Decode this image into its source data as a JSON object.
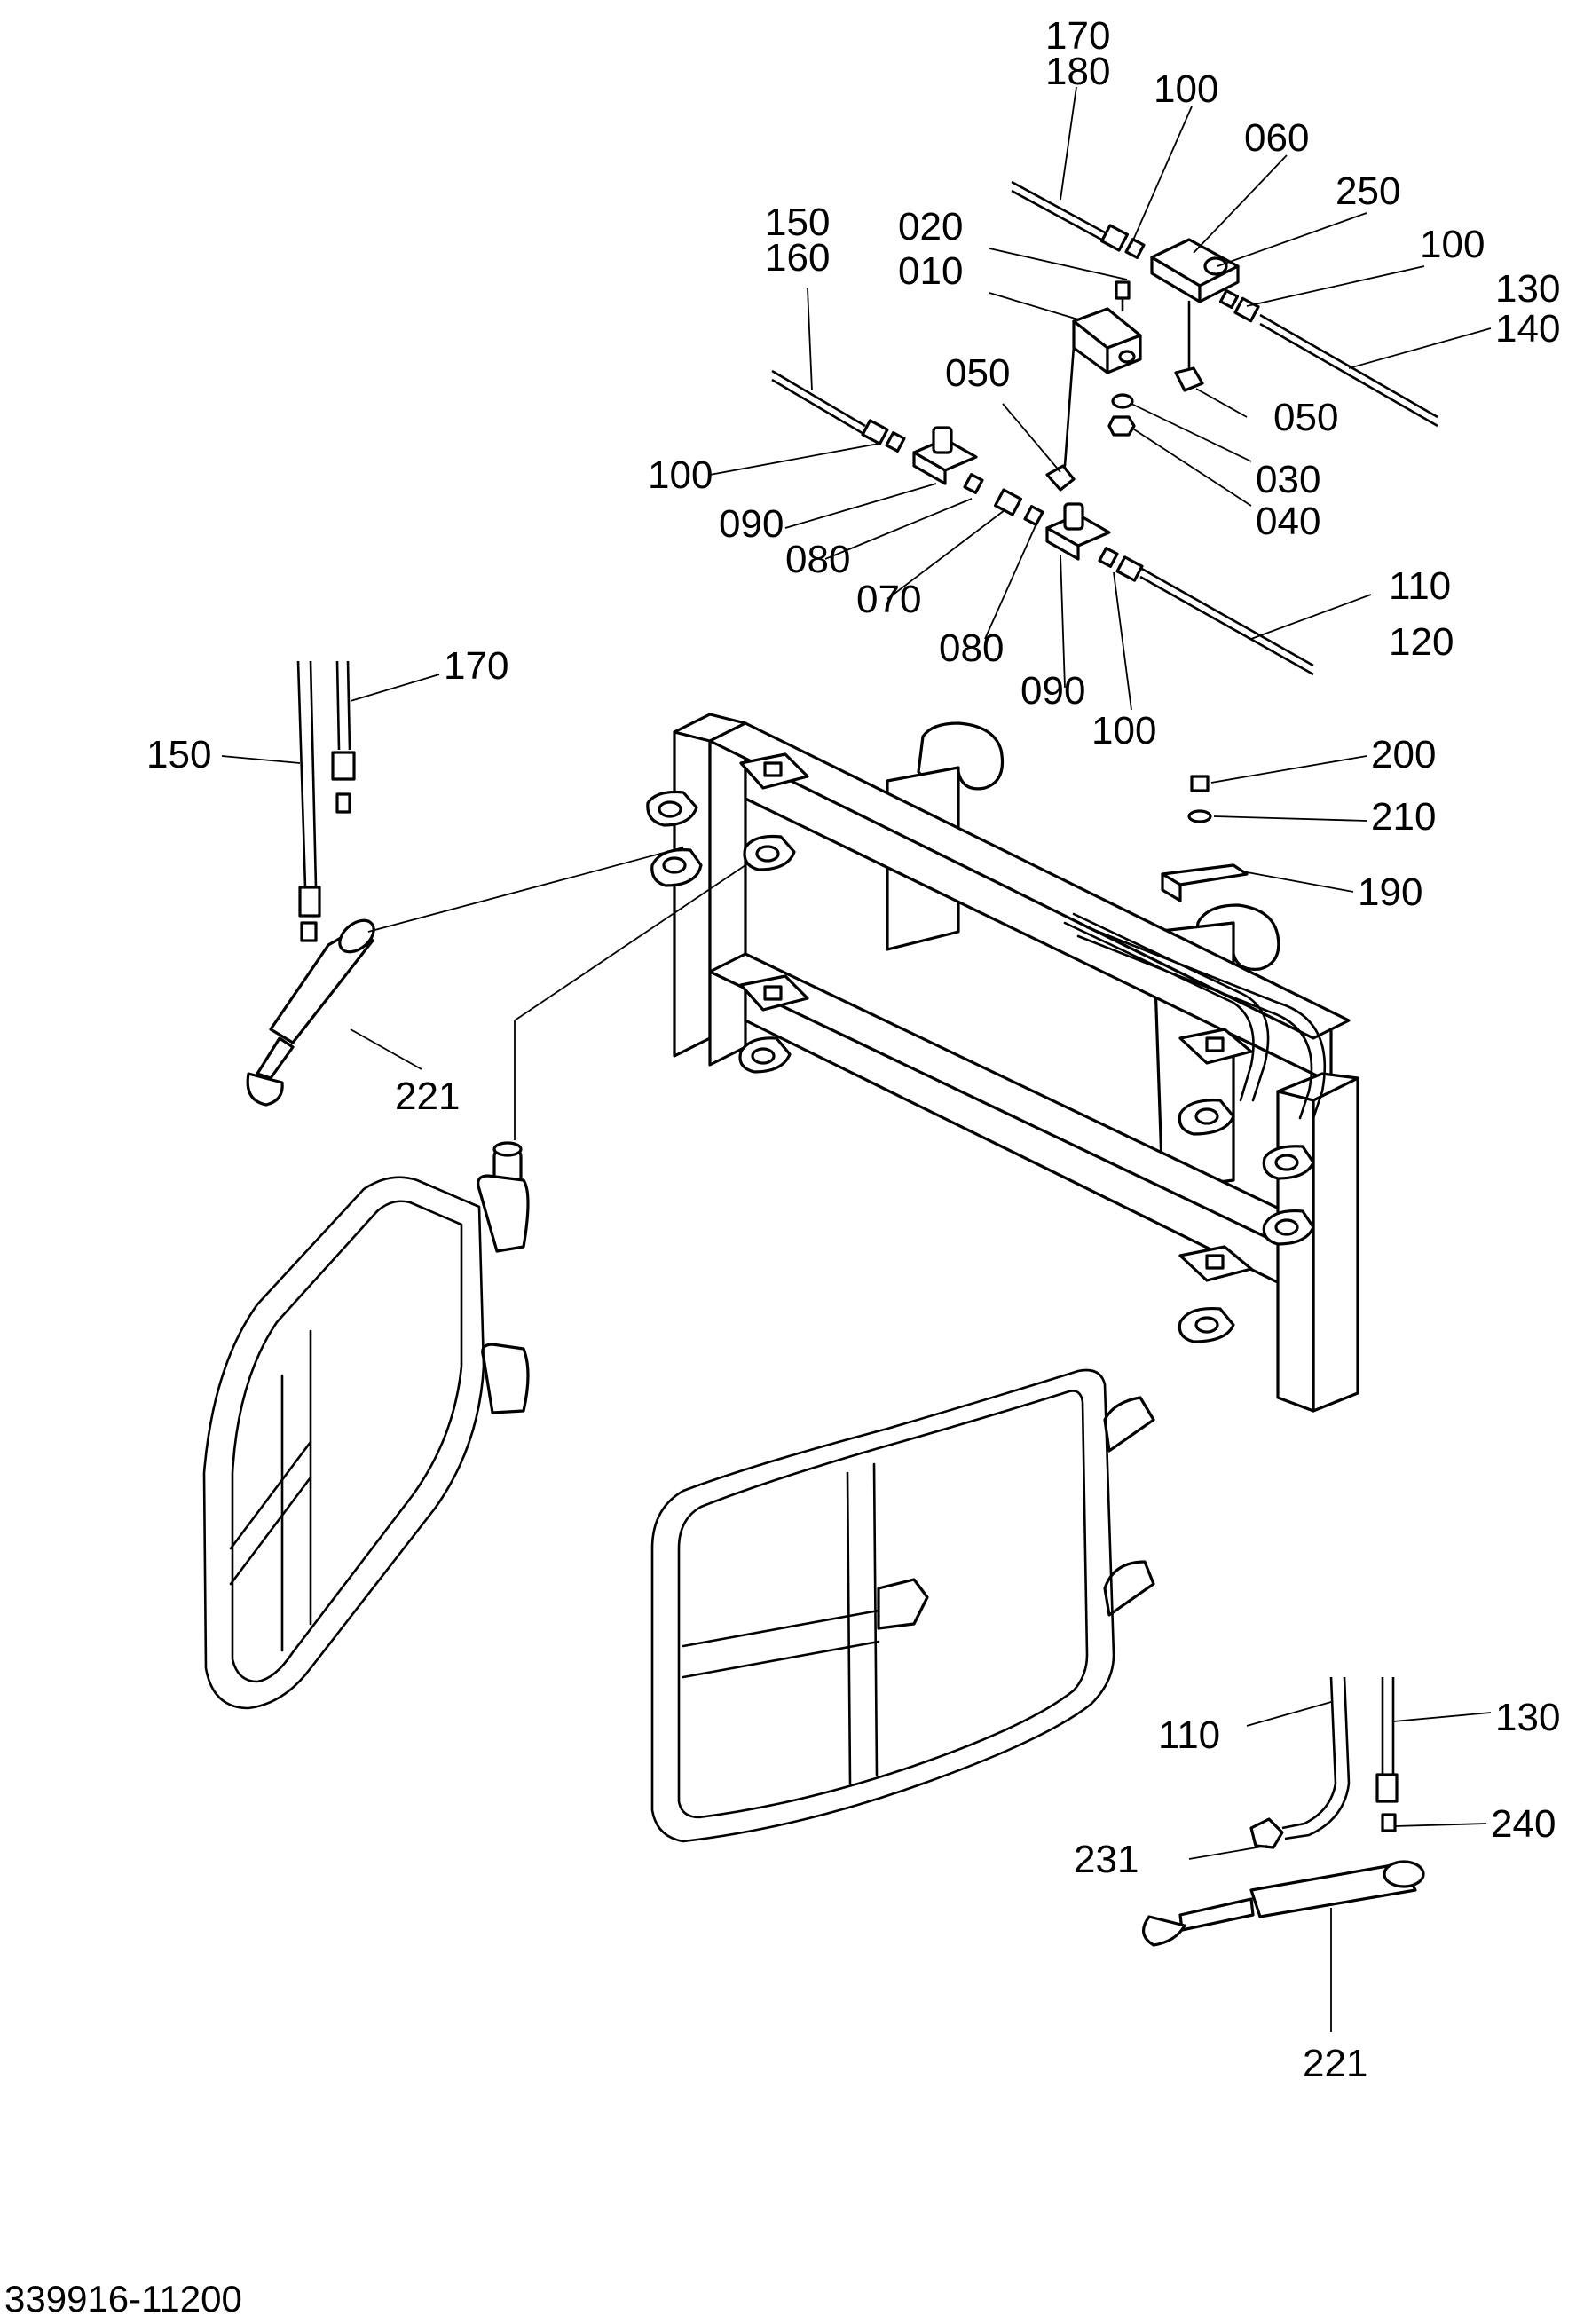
{
  "labels": {
    "l010": "010",
    "l020": "020",
    "l030": "030",
    "l040": "040",
    "l050a": "050",
    "l050b": "050",
    "l060": "060",
    "l070": "070",
    "l080a": "080",
    "l080b": "080",
    "l090a": "090",
    "l090b": "090",
    "l100a": "100",
    "l100b": "100",
    "l100c": "100",
    "l100d": "100",
    "l110a": "110",
    "l110b": "110",
    "l120": "120",
    "l130a": "130",
    "l130b": "130",
    "l140": "140",
    "l150a": "150",
    "l150b": "150",
    "l160": "160",
    "l170a": "170",
    "l170b": "170",
    "l180": "180",
    "l190": "190",
    "l200": "200",
    "l210": "210",
    "l221a": "221",
    "l221b": "221",
    "l231": "231",
    "l240": "240",
    "l250": "250"
  },
  "drawing_code": "339916-11200"
}
